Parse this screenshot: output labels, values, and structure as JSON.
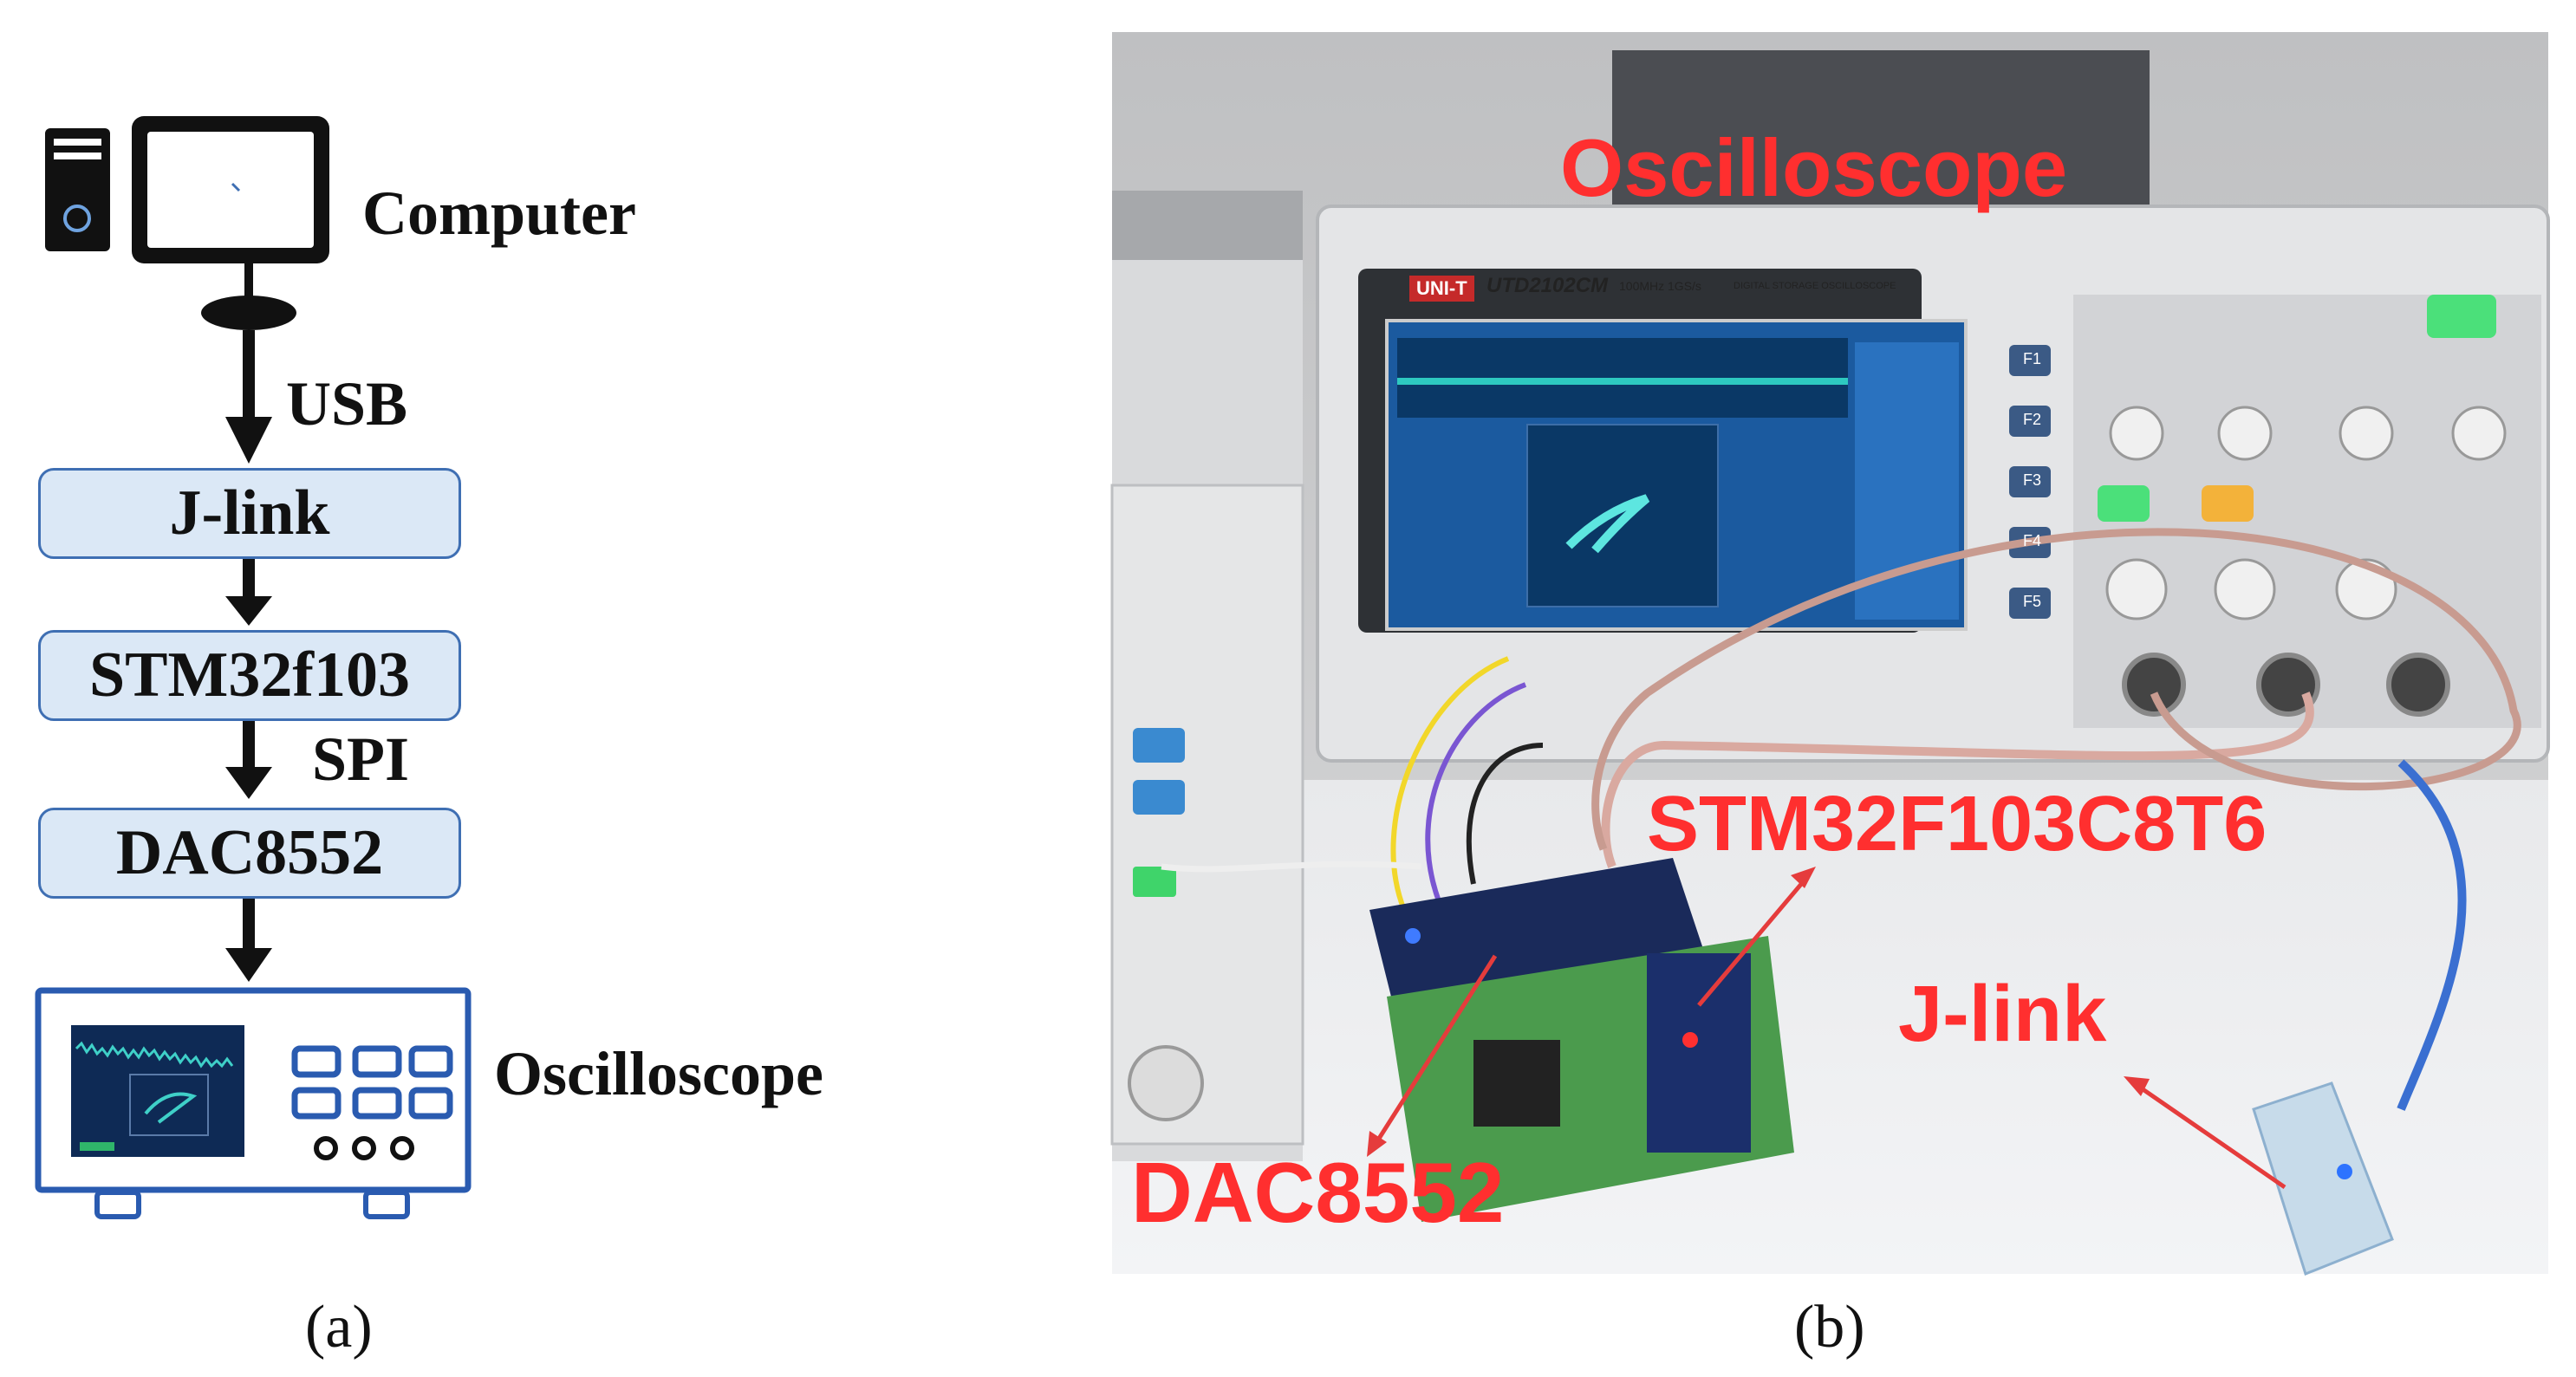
{
  "panel_a": {
    "computer_label": "Computer",
    "usb_label": "USB",
    "jlink_label": "J-link",
    "stm_label": "STM32f103",
    "spi_label": "SPI",
    "dac_label": "DAC8552",
    "oscilloscope_label": "Oscilloscope",
    "caption": "(a)"
  },
  "panel_b": {
    "oscilloscope_label": "Oscilloscope",
    "stm_label": "STM32F103C8T6",
    "jlink_label": "J-link",
    "dac_label": "DAC8552",
    "caption": "(b)",
    "scope_brand": "UNI-T",
    "scope_model": "UTD2102CM",
    "scope_spec": "100MHz  1GS/s",
    "scope_desc": "DIGITAL STORAGE OSCILLOSCOPE",
    "fn_keys": [
      "F1",
      "F2",
      "F3",
      "F4",
      "F5"
    ]
  },
  "colors": {
    "block_fill": "#dbe8f6",
    "block_border": "#3f6fb3",
    "photo_label": "#ff2f2f"
  }
}
